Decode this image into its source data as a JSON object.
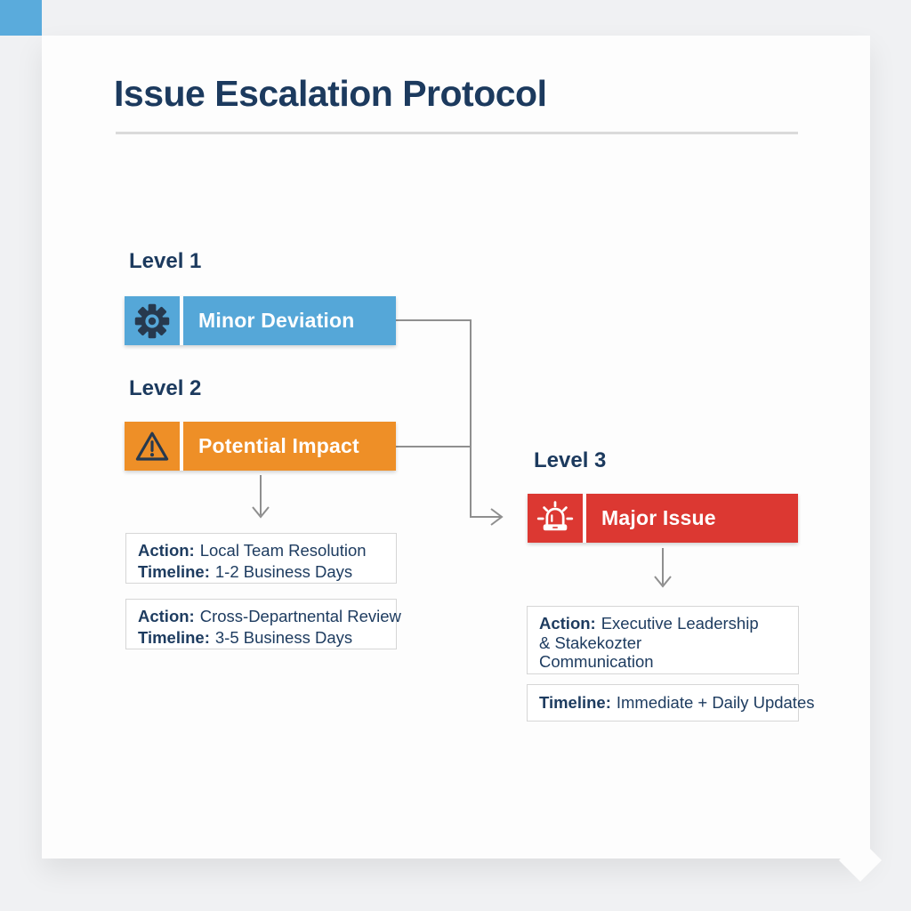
{
  "header": {
    "title": "Issue Escalation Protocol"
  },
  "levels": [
    {
      "label": "Level 1",
      "bar_text": "Minor Deviation",
      "icon": "gear-icon",
      "bar_color": "#55a7d8"
    },
    {
      "label": "Level 2",
      "bar_text": "Potential Impact",
      "icon": "warning-triangle-icon",
      "bar_color": "#ee8f27"
    },
    {
      "label": "Level 3",
      "bar_text": "Major Issue",
      "icon": "siren-icon",
      "bar_color": "#dc3832"
    }
  ],
  "detail_boxes": [
    {
      "action_label": "Action:",
      "action_text": "Local Team Resolution",
      "timeline_label": "Timeline:",
      "timeline_text": "1-2 Business Days"
    },
    {
      "action_label": "Action:",
      "action_text": "Cross-Departnental Review",
      "timeline_label": "Timeline:",
      "timeline_text": "3-5 Business Days"
    },
    {
      "action_label": "Action:",
      "action_line1": "Executive Leadership",
      "action_line2": "& Stakekozter",
      "action_line3": "Communication"
    },
    {
      "timeline_label": "Timeline:",
      "timeline_text": "Immediate + Daily Updates"
    }
  ],
  "colors": {
    "title_text": "#1c3a5e",
    "bar_blue": "#55a7d8",
    "bar_orange": "#ee8f27",
    "bar_red": "#dc3832",
    "icon_navy": "#27394e",
    "connector_gray": "#8f8f8f",
    "corner_accent_blue": "#5aabdc",
    "box_border": "#d6d6d6"
  }
}
